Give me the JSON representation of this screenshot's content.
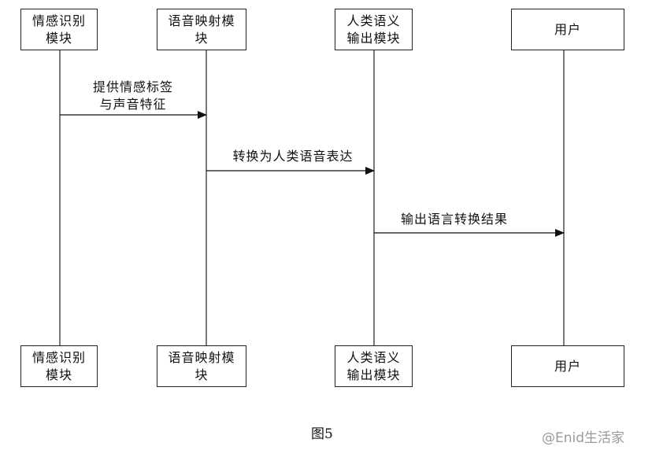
{
  "participants": [
    {
      "id": "emotion",
      "label": "情感识别\n模块"
    },
    {
      "id": "voice",
      "label": "语音映射模\n块"
    },
    {
      "id": "semantic",
      "label": "人类语义\n输出模块"
    },
    {
      "id": "user",
      "label": "用户"
    }
  ],
  "messages": [
    {
      "from": "emotion",
      "to": "voice",
      "label": "提供情感标签\n与声音特征"
    },
    {
      "from": "voice",
      "to": "semantic",
      "label": "转换为人类语音表达"
    },
    {
      "from": "semantic",
      "to": "user",
      "label": "输出语言转换结果"
    }
  ],
  "caption": "图5",
  "watermark": "@Enid生活家"
}
